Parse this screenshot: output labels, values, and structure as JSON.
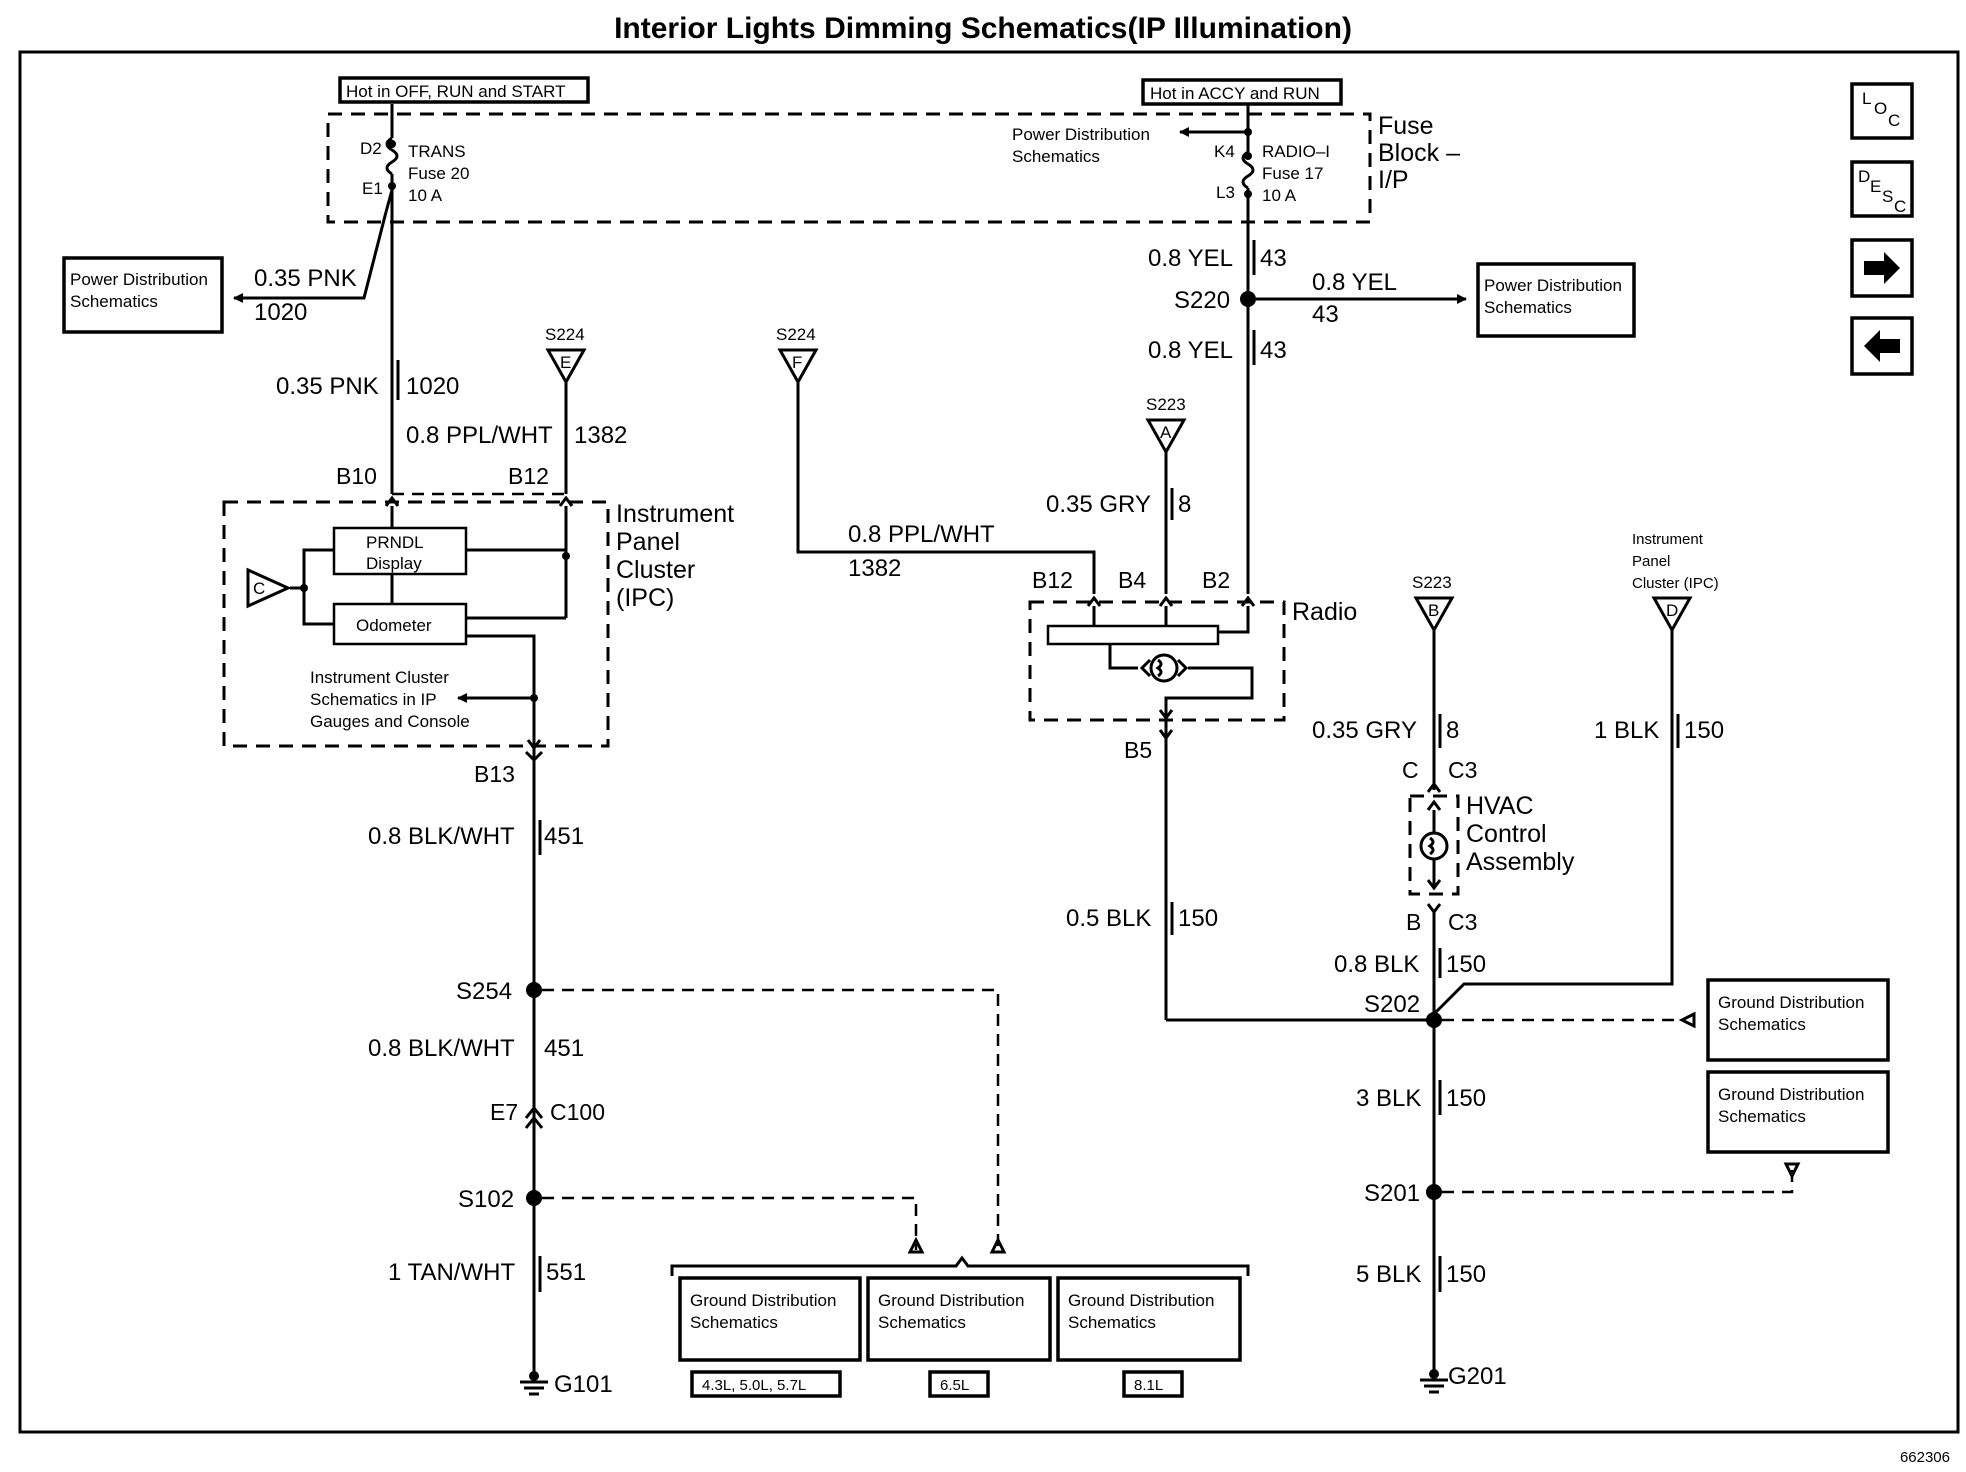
{
  "title": "Interior Lights Dimming Schematics(IP Illumination)",
  "figure_id": "662306",
  "hot_labels": {
    "left": "Hot in OFF, RUN and START",
    "right": "Hot in ACCY and RUN"
  },
  "fuse_block": {
    "label_lines": [
      "Fuse",
      "Block –",
      "I/P"
    ],
    "fuse20": {
      "pin_top": "D2",
      "pin_bottom": "E1",
      "lines": [
        "TRANS",
        "Fuse 20",
        "10 A"
      ]
    },
    "fuse17": {
      "pin_top": "K4",
      "pin_bottom": "L3",
      "lines": [
        "RADIO–I",
        "Fuse 17",
        "10 A"
      ]
    },
    "power_dist_lines": [
      "Power Distribution",
      "Schematics"
    ]
  },
  "ref_boxes": {
    "power_left": [
      "Power Distribution",
      "Schematics"
    ],
    "power_right": [
      "Power Distribution",
      "Schematics"
    ],
    "ground_right_1": [
      "Ground Distribution",
      "Schematics"
    ],
    "ground_right_2": [
      "Ground Distribution",
      "Schematics"
    ],
    "ground_bottom": [
      {
        "lines": [
          "Ground Distribution",
          "Schematics"
        ],
        "engine": "4.3L, 5.0L, 5.7L"
      },
      {
        "lines": [
          "Ground Distribution",
          "Schematics"
        ],
        "engine": "6.5L"
      },
      {
        "lines": [
          "Ground Distribution",
          "Schematics"
        ],
        "engine": "8.1L"
      }
    ]
  },
  "wires": {
    "pnk_left": {
      "gauge_color": "0.35 PNK",
      "circuit": "1020"
    },
    "pnk_main": {
      "gauge_color": "0.35 PNK",
      "circuit": "1020"
    },
    "ppl_ipc": {
      "gauge_color": "0.8 PPL/WHT",
      "circuit": "1382"
    },
    "ppl_radio": {
      "gauge_color": "0.8 PPL/WHT",
      "circuit": "1382"
    },
    "yel_top": {
      "gauge_color": "0.8 YEL",
      "circuit": "43"
    },
    "yel_right": {
      "gauge_color": "0.8 YEL",
      "circuit": "43"
    },
    "yel_bottom": {
      "gauge_color": "0.8 YEL",
      "circuit": "43"
    },
    "gry_radio": {
      "gauge_color": "0.35 GRY",
      "circuit": "8"
    },
    "blkwht_1": {
      "gauge_color": "0.8 BLK/WHT",
      "circuit": "451"
    },
    "blkwht_2": {
      "gauge_color": "0.8 BLK/WHT",
      "circuit": "451"
    },
    "tanwht": {
      "gauge_color": "1 TAN/WHT",
      "circuit": "551"
    },
    "blk_radio": {
      "gauge_color": "0.5 BLK",
      "circuit": "150"
    },
    "gry_hvac": {
      "gauge_color": "0.35 GRY",
      "circuit": "8"
    },
    "blk_ipc": {
      "gauge_color": "1 BLK",
      "circuit": "150"
    },
    "blk_hvac": {
      "gauge_color": "0.8 BLK",
      "circuit": "150"
    },
    "blk_3": {
      "gauge_color": "3 BLK",
      "circuit": "150"
    },
    "blk_5": {
      "gauge_color": "5 BLK",
      "circuit": "150"
    }
  },
  "splices": {
    "s220": "S220",
    "s254": "S254",
    "s102": "S102",
    "s202": "S202",
    "s201": "S201"
  },
  "grounds": {
    "g101": "G101",
    "g201": "G201"
  },
  "tabs": {
    "s224e": {
      "name": "S224",
      "letter": "E"
    },
    "s224f": {
      "name": "S224",
      "letter": "F"
    },
    "s223a": {
      "name": "S223",
      "letter": "A"
    },
    "s223b": {
      "name": "S223",
      "letter": "B"
    },
    "ipc_d": {
      "letter": "D",
      "lines": [
        "Instrument",
        "Panel",
        "Cluster (IPC)"
      ]
    },
    "ipc_c": {
      "letter": "C"
    }
  },
  "ipc": {
    "label_lines": [
      "Instrument",
      "Panel",
      "Cluster",
      "(IPC)"
    ],
    "prndl_lines": [
      "PRNDL",
      "Display"
    ],
    "odometer": "Odometer",
    "cluster_ref_lines": [
      "Instrument Cluster",
      "Schematics in IP",
      "Gauges and Console"
    ],
    "pins": {
      "b10": "B10",
      "b12": "B12",
      "b13": "B13"
    }
  },
  "radio": {
    "label": "Radio",
    "pins": {
      "b12": "B12",
      "b4": "B4",
      "b2": "B2",
      "b5": "B5"
    }
  },
  "hvac": {
    "label_lines": [
      "HVAC",
      "Control",
      "Assembly"
    ],
    "pin_c": "C",
    "conn_c": "C3",
    "pin_b": "B",
    "conn_b": "C3"
  },
  "c100": {
    "pin": "E7",
    "connector": "C100"
  },
  "nav": {
    "loc": [
      "L",
      "O",
      "C"
    ],
    "desc": [
      "D",
      "E",
      "S",
      "C"
    ]
  }
}
